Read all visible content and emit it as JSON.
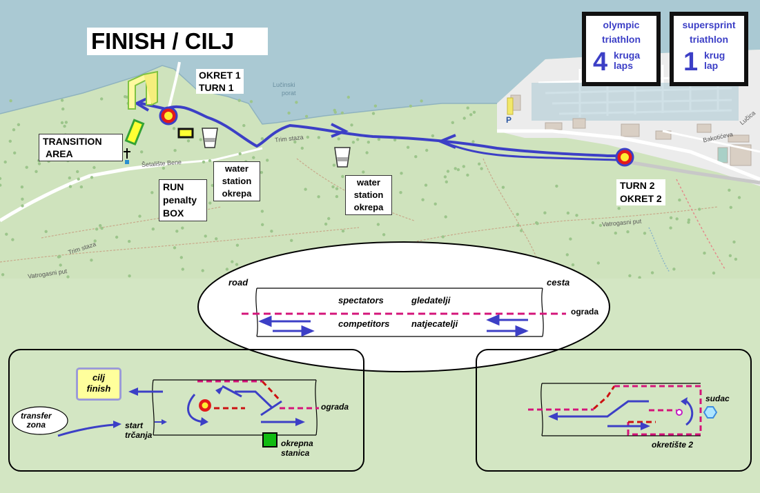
{
  "map": {
    "finish_title": "FINISH / CILJ",
    "turn1": [
      "OKRET 1",
      "TURN 1"
    ],
    "turn2": [
      "TURN 2",
      "OKRET 2"
    ],
    "transition": [
      "TRANSITION",
      "AREA"
    ],
    "run_penalty": [
      "RUN",
      "penalty",
      "BOX"
    ],
    "water1": [
      "water",
      "station",
      "okrepa"
    ],
    "water2": [
      "water",
      "station",
      "okrepa"
    ],
    "place_names": {
      "lucinski": "Lučinski",
      "porat": "porat",
      "trim_staza_1": "Trim staza",
      "trim_staza_2": "Trim staza",
      "setaliste": "Šetalište Bene",
      "vatrogasni_1": "Vatrogasni put",
      "vatrogasni_2": "Vatrogasni put",
      "bakoticeva": "Bakotićeva",
      "lucica": "Lučica"
    }
  },
  "legend": {
    "olympic": {
      "title_1": "olympic",
      "title_2": "triathlon",
      "laps_count": "4",
      "laps_1": "kruga",
      "laps_2": "laps"
    },
    "supersprint": {
      "title_1": "supersprint",
      "title_2": "triathlon",
      "laps_count": "1",
      "laps_1": "krug",
      "laps_2": "lap"
    }
  },
  "road_diagram": {
    "road": "road",
    "cesta": "cesta",
    "spectators": "spectators",
    "gledatelji": "gledatelji",
    "ograda": "ograda",
    "competitors": "competitors",
    "natjecatelji": "natjecatelji"
  },
  "finish_panel": {
    "cilj": "cilj",
    "finish": "finish",
    "transfer": "transfer",
    "zona": "zona",
    "start": "start",
    "trcanja": "trčanja",
    "ograda": "ograda",
    "okrepna": "okrepna",
    "stanica": "stanica"
  },
  "turn_panel": {
    "sudac": "sudac",
    "okretiste": "okretište 2"
  },
  "colors": {
    "course": "#3c3fc6",
    "fence": "#d4147a",
    "barrier_red": "#cc1111",
    "water": "#aac9d3",
    "forest": "#cfe3bd",
    "finish_yellow": "#ffff9c",
    "okrepna_green": "#11bb11"
  },
  "icons": [
    "finish-arch-icon",
    "transition-rack-icon",
    "penalty-box-icon",
    "water-cup-icon",
    "turn-target-icon",
    "church-cross-icon",
    "parking-icon",
    "referee-icon"
  ]
}
